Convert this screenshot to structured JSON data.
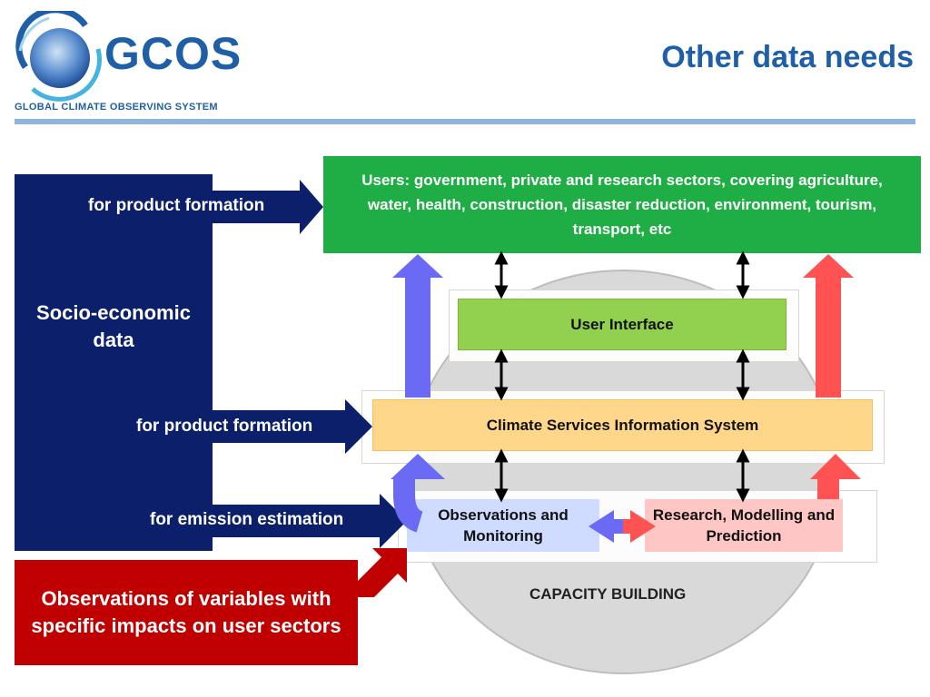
{
  "header": {
    "logo_text": "GCOS",
    "logo_subtitle": "GLOBAL CLIMATE OBSERVING SYSTEM",
    "title": "Other data needs"
  },
  "diagram": {
    "users": "Users: government, private and research sectors, covering agriculture, water, health, construction, disaster reduction, environment, tourism, transport, etc",
    "user_interface": "User Interface",
    "csis": "Climate Services Information System",
    "observations": "Observations and Monitoring",
    "research": "Research, Modelling and Prediction",
    "capacity_building": "CAPACITY BUILDING",
    "socio_economic": "Socio-economic data",
    "for_product_formation_top": "for product formation",
    "for_product_formation_mid": "for product formation",
    "for_emission_estimation": "for emission estimation",
    "observations_of_variables": "Observations of variables with specific impacts on user sectors"
  },
  "colors": {
    "brand_blue": "#1f5fa8",
    "users_green": "#1fae45",
    "ui_green": "#92d050",
    "csis_orange": "#ffd78a",
    "obs_blue": "#cfdbff",
    "research_pink": "#ffc6c6",
    "socio_navy": "#0b1f6b",
    "variables_red": "#c00000",
    "arrow_blue": "#6a6af5",
    "arrow_red": "#ff5252"
  }
}
